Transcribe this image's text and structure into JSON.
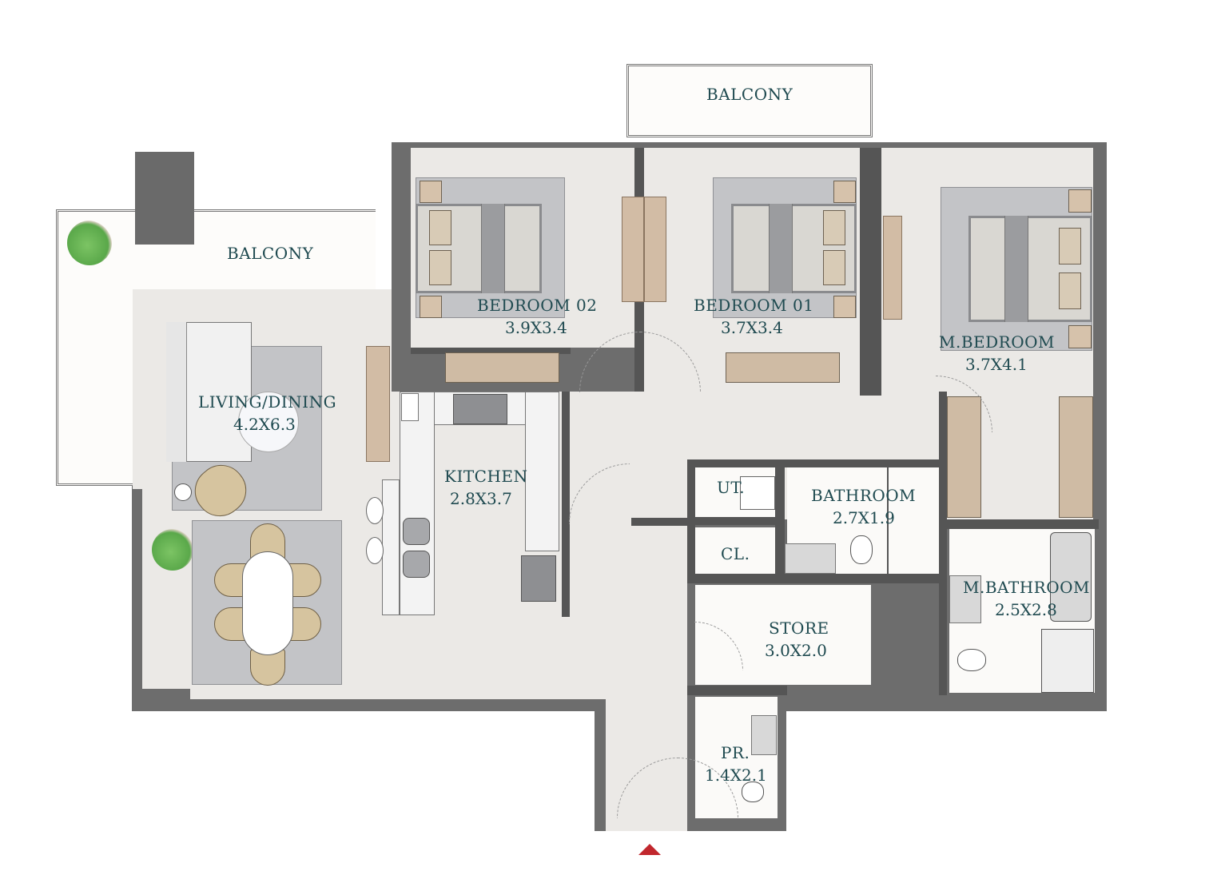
{
  "rooms": {
    "balcony_top": {
      "name": "BALCONY",
      "size": ""
    },
    "balcony_left": {
      "name": "BALCONY",
      "size": ""
    },
    "living_dining": {
      "name": "LIVING/DINING",
      "size": "4.2X6.3"
    },
    "kitchen": {
      "name": "KITCHEN",
      "size": "2.8X3.7"
    },
    "bedroom_02": {
      "name": "BEDROOM 02",
      "size": "3.9X3.4"
    },
    "bedroom_01": {
      "name": "BEDROOM 01",
      "size": "3.7X3.4"
    },
    "master_bedroom": {
      "name": "M.BEDROOM",
      "size": "3.7X4.1"
    },
    "utility": {
      "name": "UT.",
      "size": ""
    },
    "closet": {
      "name": "CL.",
      "size": ""
    },
    "bathroom": {
      "name": "BATHROOM",
      "size": "2.7X1.9"
    },
    "master_bathroom": {
      "name": "M.BATHROOM",
      "size": "2.5X2.8"
    },
    "store": {
      "name": "STORE",
      "size": "3.0X2.0"
    },
    "powder_room": {
      "name": "PR.",
      "size": "1.4X2.1"
    }
  },
  "icons": {
    "entrance": "entrance-arrow-icon",
    "plant": "plant-icon"
  },
  "colors": {
    "label_text": "#1f4a50",
    "wall": "#6d6d6d",
    "floor": "#ebe9e6",
    "entrance_marker": "#c1272d",
    "furniture_wood": "#d2bca5",
    "rug": "#c3c4c7"
  }
}
